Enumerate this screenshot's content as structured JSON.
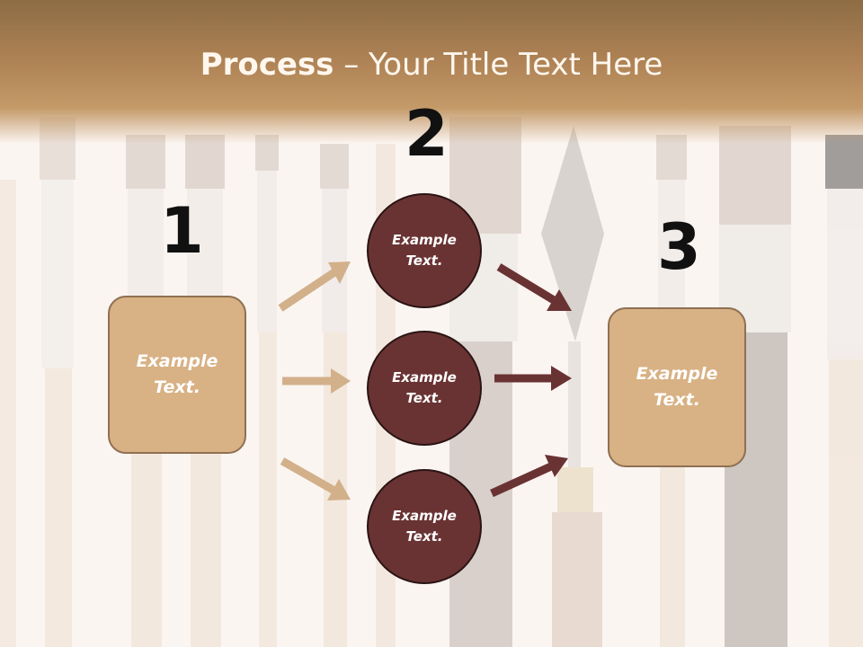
{
  "title": {
    "bold": "Process",
    "rest": " – Your Title Text Here"
  },
  "numbers": [
    "1",
    "2",
    "3"
  ],
  "left_box": {
    "line1": "Example",
    "line2": "Text."
  },
  "right_box": {
    "line1": "Example",
    "line2": "Text."
  },
  "circles": [
    {
      "line1": "Example",
      "line2": "Text."
    },
    {
      "line1": "Example",
      "line2": "Text."
    },
    {
      "line1": "Example",
      "line2": "Text."
    }
  ],
  "colors": {
    "title_band": "#b08456",
    "box_fill": "#d8b184",
    "circle_fill": "#6a3333",
    "arrow_light": "#d2b08a",
    "arrow_dark": "#6a3333"
  }
}
